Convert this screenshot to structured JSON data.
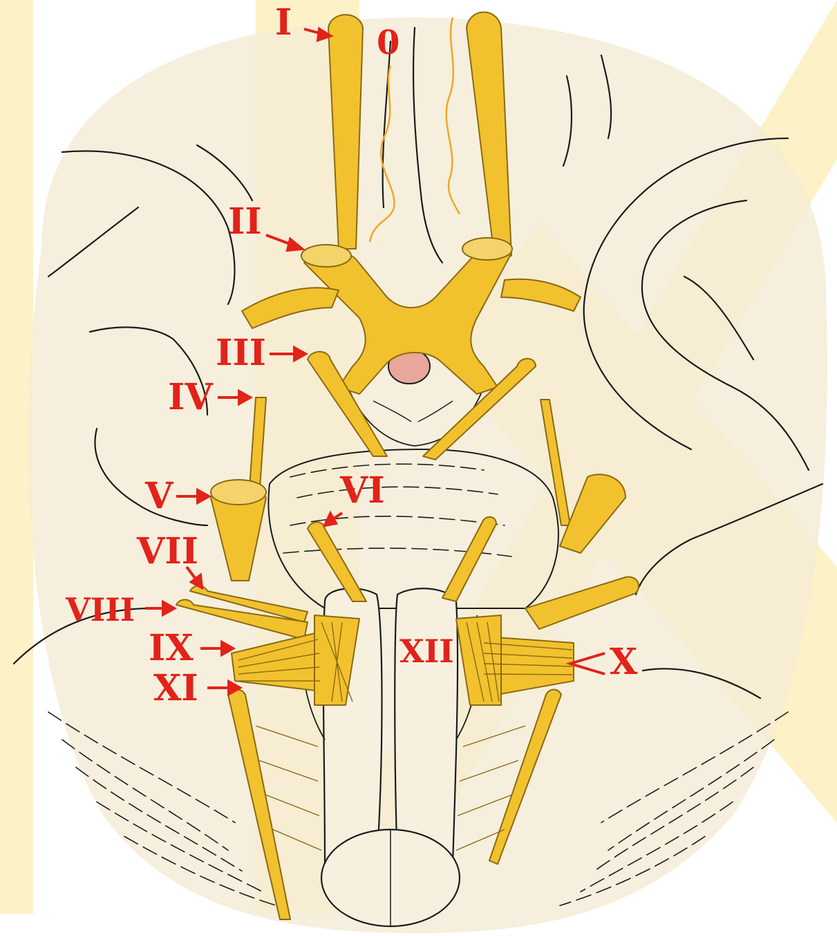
{
  "labels": {
    "olfactory_zero": "0",
    "n1": "I",
    "n2": "II",
    "n3": "III",
    "n4": "IV",
    "n5": "V",
    "n6": "VI",
    "n7": "VII",
    "n8": "VIII",
    "n9": "IX",
    "n10": "X",
    "n11": "XI",
    "n12": "XII"
  },
  "colors": {
    "nerve": "#f2c12e",
    "nerve_stroke": "#8a6a10",
    "brain": "#f4ebd6",
    "ink": "#1b1b1b",
    "label": "#e2231a",
    "overlay": "#fdf1c7",
    "pituitary": "#e8a79a"
  }
}
